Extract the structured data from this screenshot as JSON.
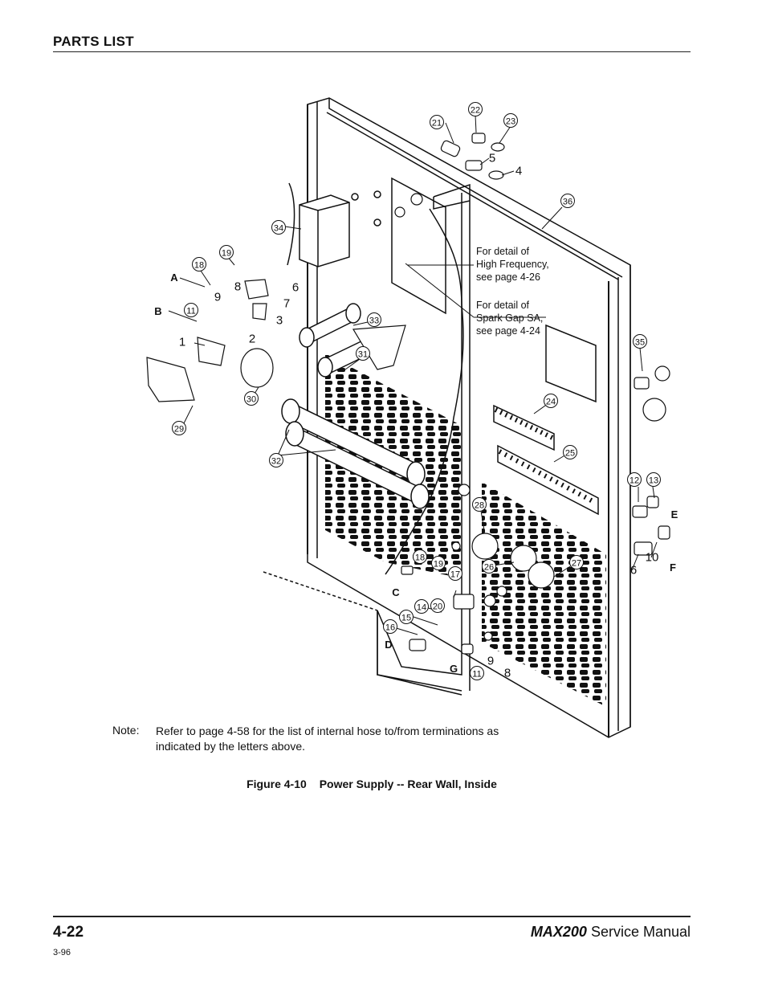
{
  "header": {
    "title": "PARTS LIST"
  },
  "figure": {
    "callouts": [
      "21",
      "22",
      "23",
      "5",
      "4",
      "36",
      "34",
      "19",
      "18",
      "A",
      "8",
      "6",
      "9",
      "7",
      "B",
      "11",
      "3",
      "33",
      "1",
      "2",
      "31",
      "35",
      "30",
      "24",
      "29",
      "25",
      "32",
      "12",
      "13",
      "E",
      "28",
      "18",
      "19",
      "17",
      "C",
      "26",
      "27",
      "10",
      "6",
      "F",
      "14",
      "20",
      "15",
      "16",
      "D",
      "9",
      "G",
      "11",
      "8"
    ],
    "notes": {
      "hf_lines": [
        "For detail of",
        "High Frequency,",
        "see page 4-26"
      ],
      "sg_lines": [
        "For detail of",
        "Spark Gap SA,",
        "see page 4-24"
      ]
    }
  },
  "note": {
    "label": "Note:",
    "text": "Refer to page 4-58 for the list of internal hose to/from terminations as indicated by the letters above."
  },
  "caption": {
    "number": "Figure 4-10",
    "title": "Power Supply -- Rear Wall, Inside"
  },
  "footer": {
    "page": "4-22",
    "date": "3-96",
    "brand": "MAX200",
    "manual": "Service Manual"
  }
}
